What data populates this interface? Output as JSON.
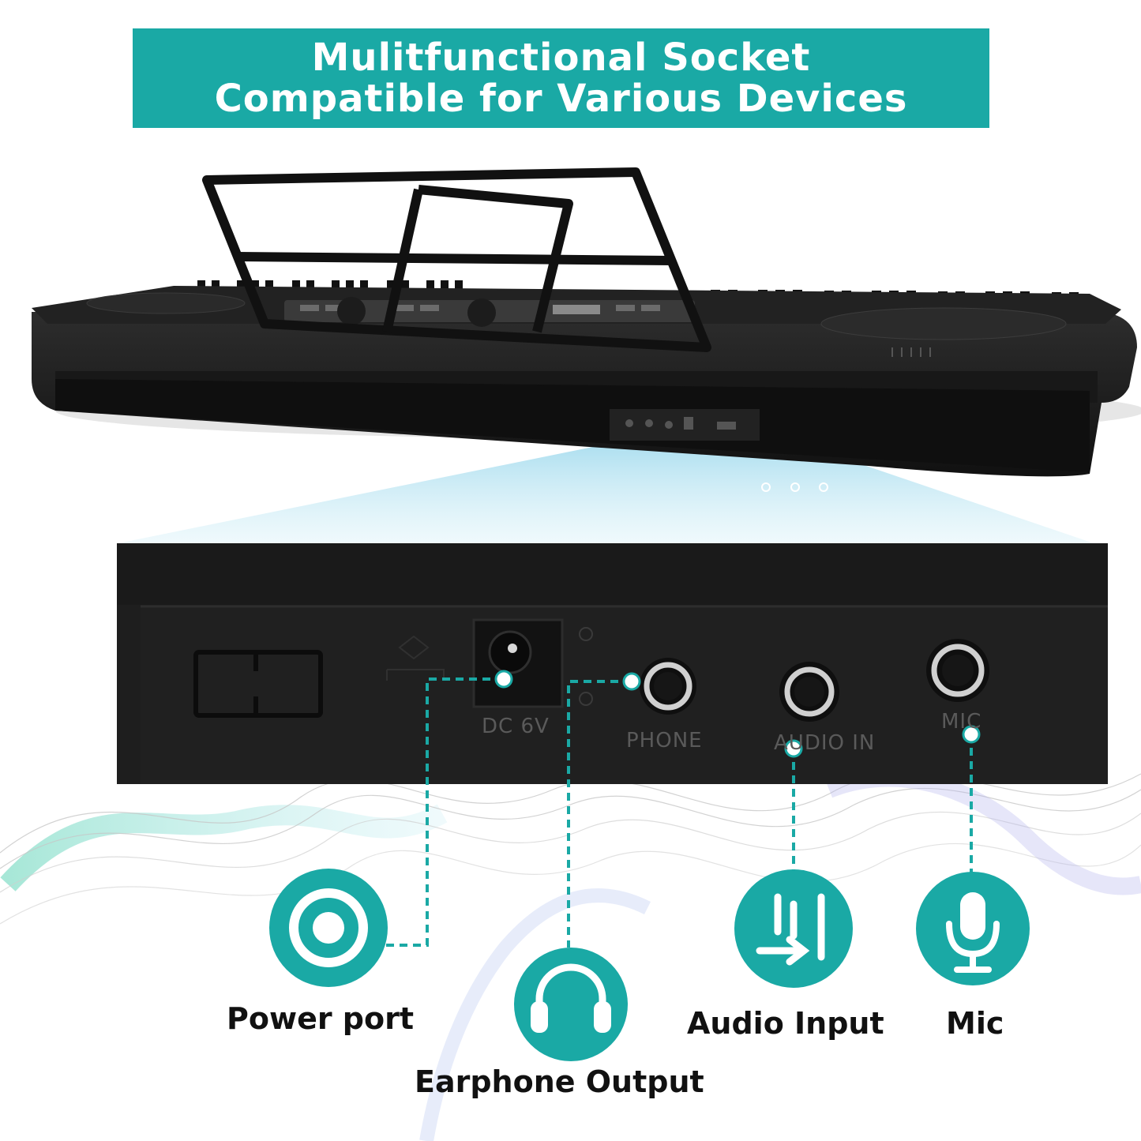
{
  "banner": {
    "line1": "Mulitfunctional Socket",
    "line2": "Compatible for Various Devices"
  },
  "panel_markings": {
    "dc": "DC 6V",
    "phone": "PHONE",
    "audio_in": "AUDIO IN",
    "mic": "MIC"
  },
  "features": [
    {
      "label": "Power port",
      "icon": "power-port-icon"
    },
    {
      "label": "Earphone Output",
      "icon": "headphones-icon"
    },
    {
      "label": "Audio Input",
      "icon": "audio-input-icon"
    },
    {
      "label": "Mic",
      "icon": "microphone-icon"
    }
  ],
  "colors": {
    "accent": "#1aa9a5",
    "keyboard": "#1b1b1b",
    "panel": "#1e1e1e"
  }
}
